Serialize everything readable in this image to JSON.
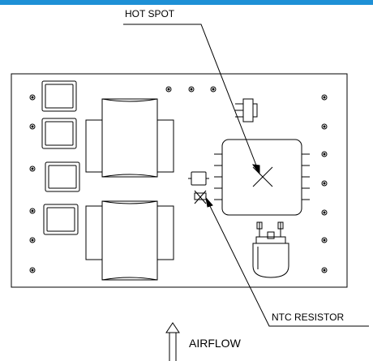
{
  "labels": {
    "hot_spot": "HOT SPOT",
    "ntc_resistor": "NTC RESISTOR",
    "airflow": "AIRFLOW"
  },
  "colors": {
    "accent_bar": "#1e90d6",
    "line": "#000000",
    "background": "#ffffff"
  },
  "icons": [
    "airflow-arrow-icon",
    "hot-spot-x-icon",
    "ntc-x-icon"
  ]
}
